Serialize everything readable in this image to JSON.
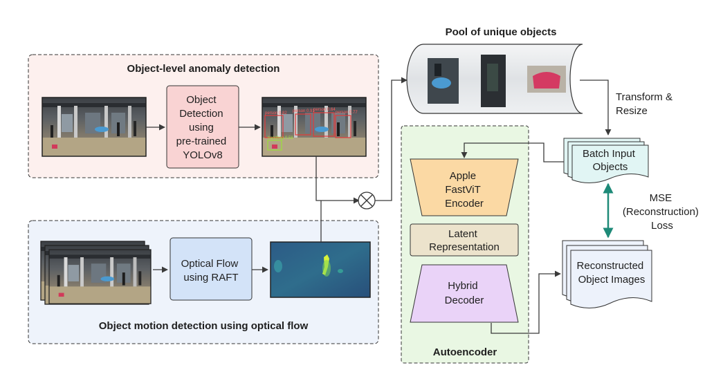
{
  "titles": {
    "pool": "Pool of unique objects",
    "anomaly_panel": "Object-level anomaly detection",
    "motion_panel": "Object motion detection using optical flow",
    "autoencoder": "Autoencoder"
  },
  "boxes": {
    "object_detection": [
      "Object",
      "Detection",
      "using",
      "pre-trained",
      "YOLOv8"
    ],
    "optical_flow": [
      "Optical Flow",
      "using RAFT"
    ],
    "encoder": [
      "Apple",
      "FastViT",
      "Encoder"
    ],
    "latent": [
      "Latent",
      "Representation"
    ],
    "decoder": [
      "Hybrid",
      "Decoder"
    ],
    "batch_input": [
      "Batch Input",
      "Objects"
    ],
    "reconstructed": [
      "Reconstructed",
      "Object Images"
    ]
  },
  "edge_labels": {
    "transform": [
      "Transform &",
      "Resize"
    ],
    "mse": [
      "MSE",
      "(Reconstruction)",
      "Loss"
    ]
  },
  "detection_tags": [
    "person 0.82",
    "person 0.91",
    "person 0.64",
    "person 0.77",
    "handbag 0.58"
  ],
  "colors": {
    "anomaly_panel_bg": "#fdf0ee",
    "motion_panel_bg": "#eef3fb",
    "autoencoder_bg": "#e9f7e3",
    "object_detection_fill": "#f9d3d3",
    "optical_flow_fill": "#d3e3f8",
    "encoder_fill": "#fbd9a4",
    "latent_fill": "#ece3cc",
    "decoder_fill": "#ead3f8",
    "mse_arrow": "#1e8a78",
    "pool_fill": "#e9ecef"
  }
}
